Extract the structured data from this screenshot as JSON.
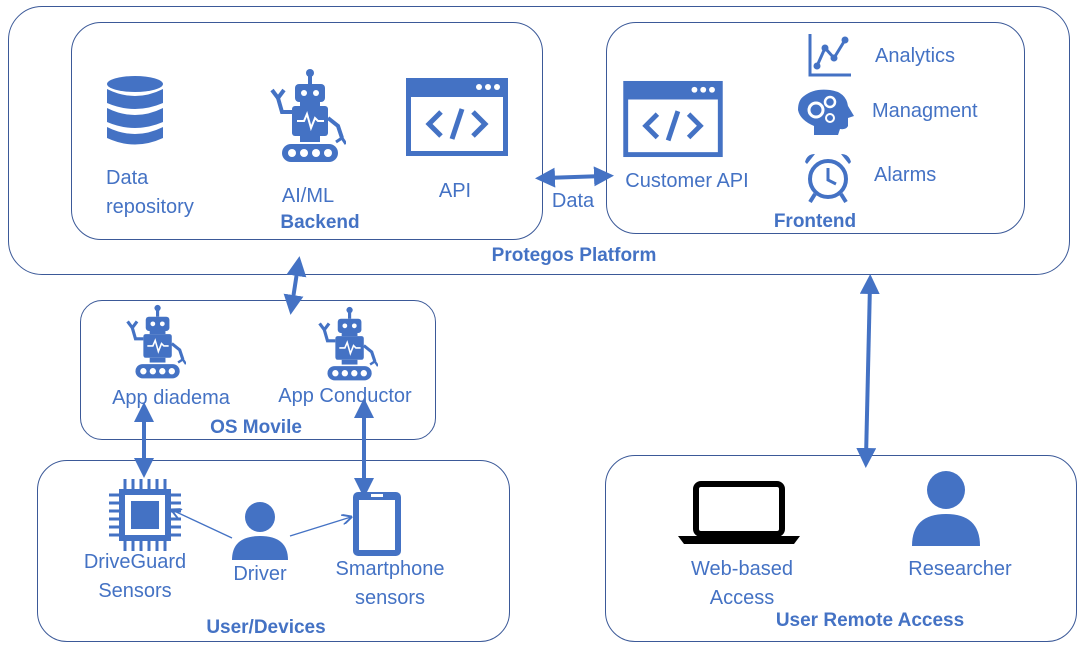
{
  "colors": {
    "accent": "#4472c4",
    "border": "#3b5998",
    "text": "#4472c4"
  },
  "platform": {
    "title": "Protegos Platform",
    "backend": {
      "title": "Backend",
      "repo_line1": "Data",
      "repo_line2": "repository",
      "aiml": "AI/ML",
      "api": "API"
    },
    "frontend": {
      "title": "Frontend",
      "customer_api": "Customer API",
      "analytics": "Analytics",
      "management": "Managment",
      "alarms": "Alarms"
    },
    "data_link": "Data"
  },
  "os_mobile": {
    "title": "OS Movile",
    "app1": "App diadema",
    "app2": "App Conductor"
  },
  "user_devices": {
    "title": "User/Devices",
    "sensor_line1": "DriveGuard",
    "sensor_line2": "Sensors",
    "driver": "Driver",
    "phone_line1": "Smartphone",
    "phone_line2": "sensors"
  },
  "remote": {
    "title": "User Remote Access",
    "web_line1": "Web-based",
    "web_line2": "Access",
    "researcher": "Researcher"
  },
  "icons": [
    "database-icon",
    "robot-icon",
    "code-window-icon",
    "analytics-icon",
    "brain-gears-icon",
    "alarm-clock-icon",
    "chip-icon",
    "person-icon",
    "smartphone-icon",
    "laptop-icon"
  ]
}
